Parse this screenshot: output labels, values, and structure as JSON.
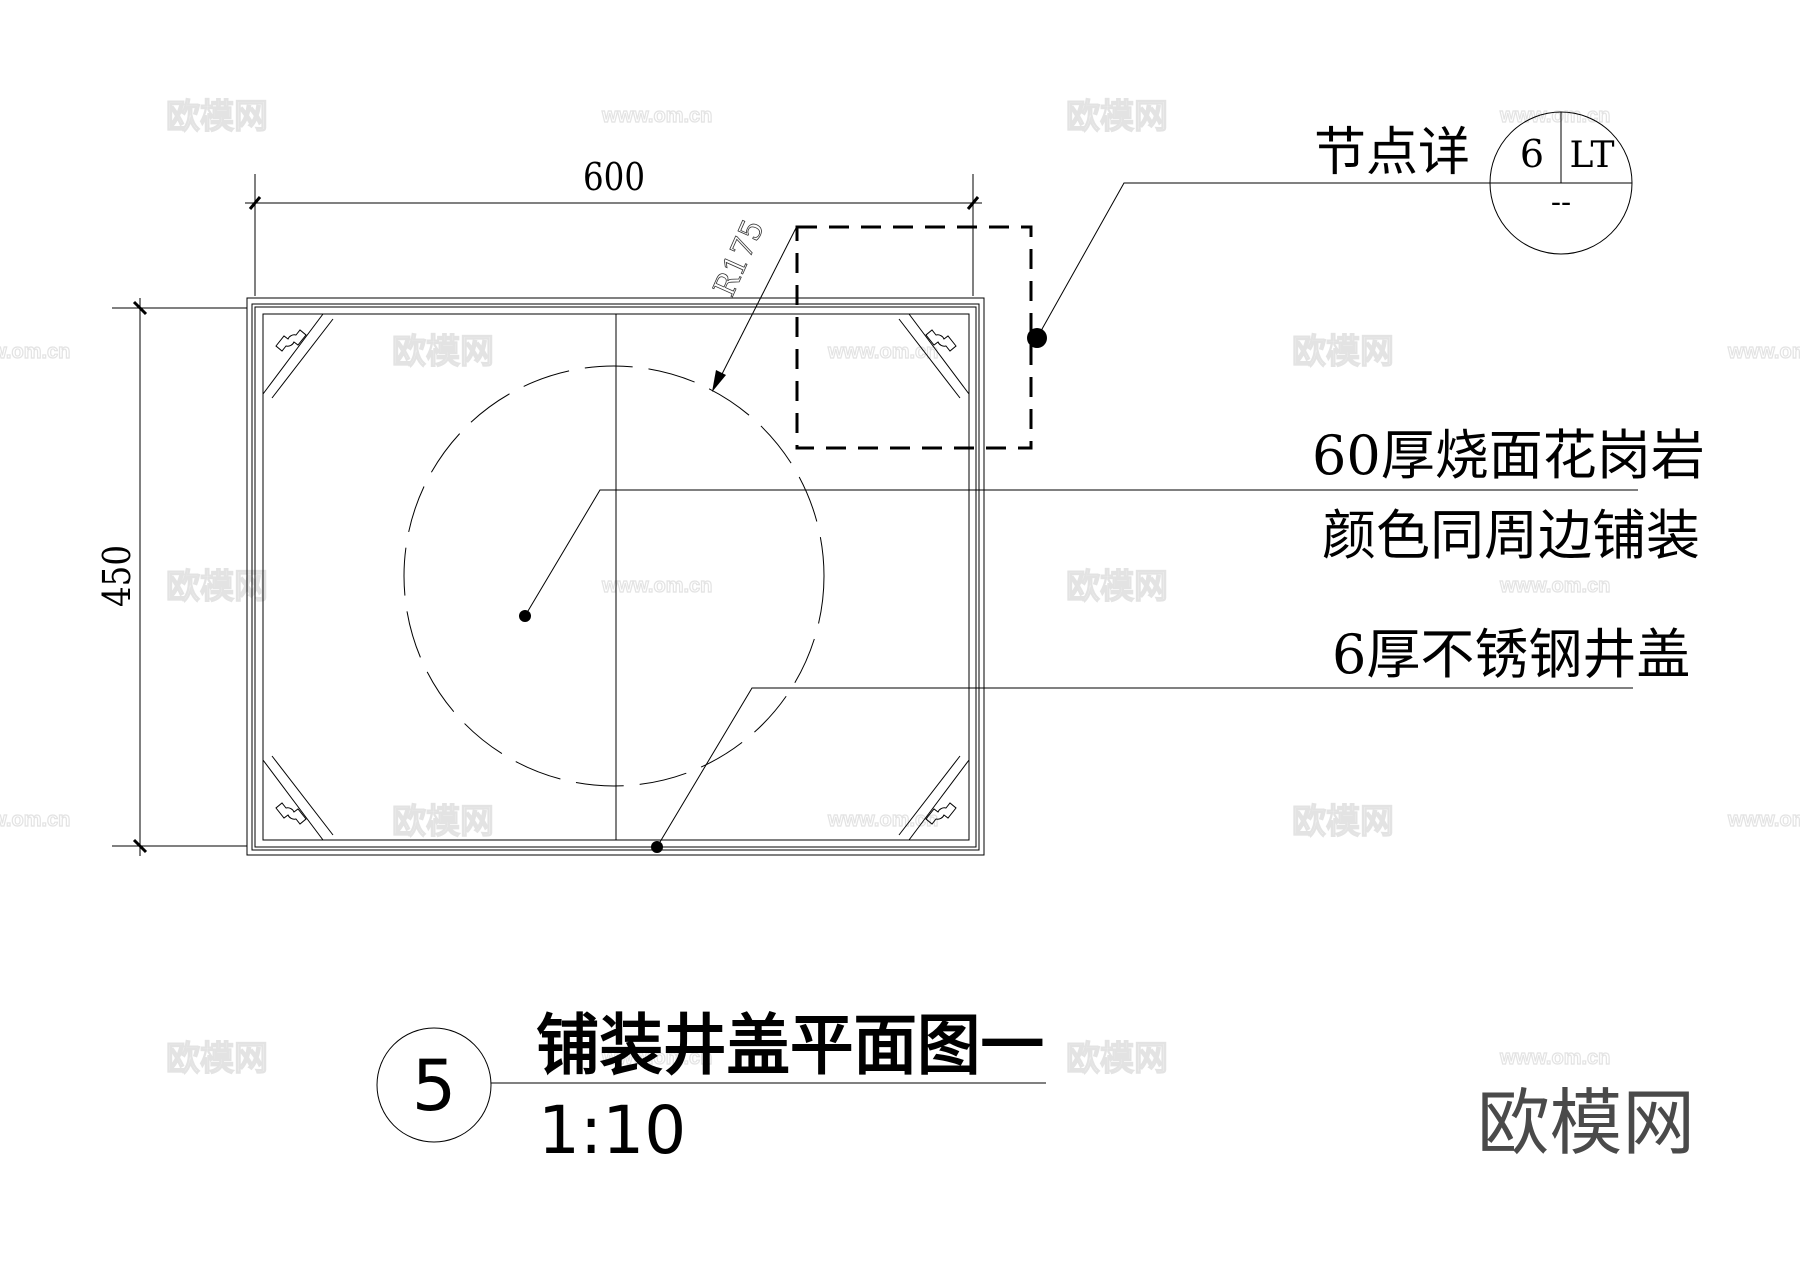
{
  "drawing": {
    "title": "铺装井盖平面图一",
    "scale": "1:10",
    "drawing_number": "5",
    "dimensions": {
      "width_label": "600",
      "height_label": "450",
      "radius_label": "R175"
    },
    "detail_callout": {
      "label": "节点详",
      "detail_number": "6",
      "sheet_code": "LT",
      "lower_text": "--"
    },
    "annotations": [
      {
        "line1": "60厚烧面花岗岩",
        "line2": "颜色同周边铺装"
      },
      {
        "line1": "6厚不锈钢井盖"
      }
    ]
  },
  "brand": {
    "logo_text": "欧模网",
    "watermark_cn": "欧模网",
    "watermark_url": "www.om.cn"
  },
  "colors": {
    "ink": "#000000",
    "logo": "#4a4a4a",
    "watermark": "#e3e3e3",
    "background": "#ffffff"
  }
}
